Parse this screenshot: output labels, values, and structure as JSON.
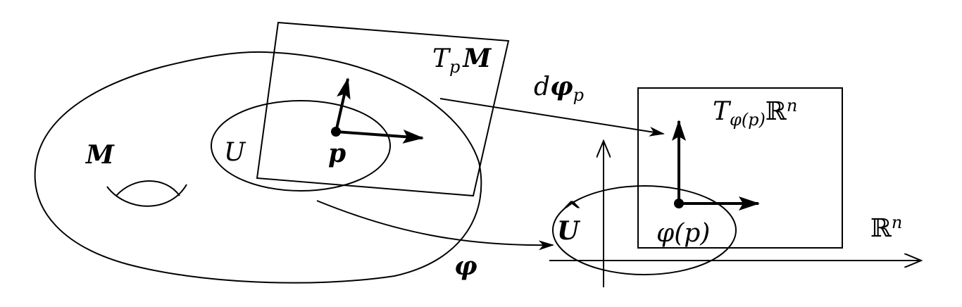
{
  "labels": {
    "manifold": "M",
    "tangent_space_T": "T",
    "tangent_space_sub": "p",
    "tangent_space_M": "M",
    "differential_d": "d",
    "differential_phi": "φ",
    "differential_sub": "p",
    "open_set": "U",
    "point": "p",
    "chart_map": "φ",
    "image_set_U": "U",
    "image_set_hat": "^",
    "image_point": "φ(p)",
    "target_tangent_T": "T",
    "target_tangent_sub": "φ(p)",
    "target_tangent_R": "ℝ",
    "target_tangent_n": "n",
    "euclidean_R": "ℝ",
    "euclidean_n": "n"
  }
}
